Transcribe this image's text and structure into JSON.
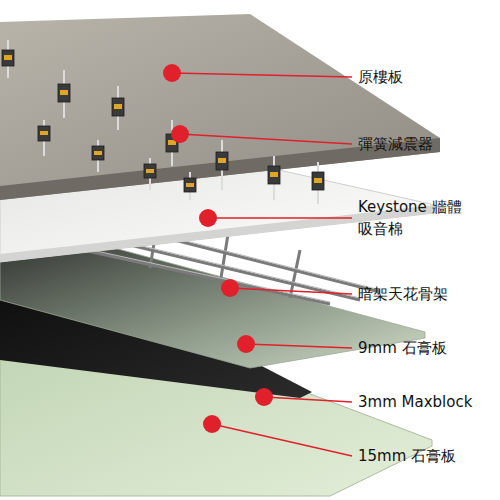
{
  "diagram": {
    "labels": [
      "原樓板",
      "彈簧減震器",
      "Keystone 牆體吸音棉",
      "暗架天花骨架",
      "9mm 石膏板",
      "3mm Maxblock",
      "15mm 石膏板"
    ]
  }
}
